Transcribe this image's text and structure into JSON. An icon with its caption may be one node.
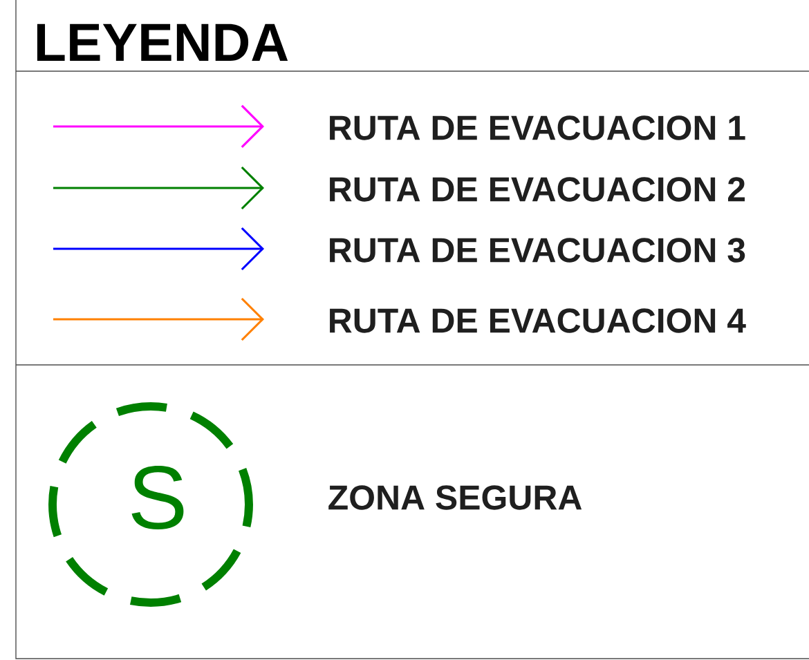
{
  "diagram": {
    "title": "LEYENDA",
    "legend": [
      {
        "text": "RUTA DE EVACUACION 1",
        "color": "#ff00ff"
      },
      {
        "text": "RUTA DE EVACUACION 2",
        "color": "#008000"
      },
      {
        "text": "RUTA DE EVACUACION 3",
        "color": "#0000ff"
      },
      {
        "text": "RUTA DE EVACUACION 4",
        "color": "#ff8000"
      },
      {
        "text": "ZONA SEGURA"
      }
    ],
    "labels": [
      "S"
    ]
  }
}
